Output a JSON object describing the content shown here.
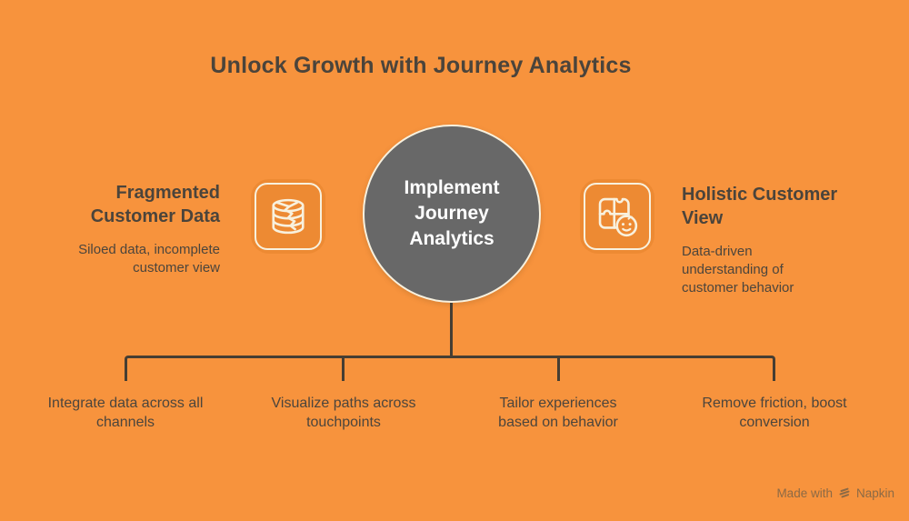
{
  "colors": {
    "background": "#F7933D",
    "tile": "#ED8A33",
    "cream_border": "#F8F1DE",
    "circle_fill": "#686868",
    "text": "#4C453C",
    "line": "#463E33",
    "watermark": "#8C6A45"
  },
  "title": "Unlock Growth with Journey Analytics",
  "center": {
    "label": "Implement\nJourney\nAnalytics"
  },
  "left": {
    "heading": "Fragmented\nCustomer Data",
    "description": "Siloed data, incomplete\ncustomer view",
    "icon": "cracked-database-icon"
  },
  "right": {
    "heading": "Holistic Customer\nView",
    "description": "Data-driven\nunderstanding of\ncustomer behavior",
    "icon": "puzzle-smiley-icon"
  },
  "outcomes": [
    {
      "label": "Integrate data across all\nchannels"
    },
    {
      "label": "Visualize paths across\ntouchpoints"
    },
    {
      "label": "Tailor experiences\nbased on behavior"
    },
    {
      "label": "Remove friction, boost\nconversion"
    }
  ],
  "watermark": {
    "prefix": "Made with",
    "brand": "Napkin"
  }
}
